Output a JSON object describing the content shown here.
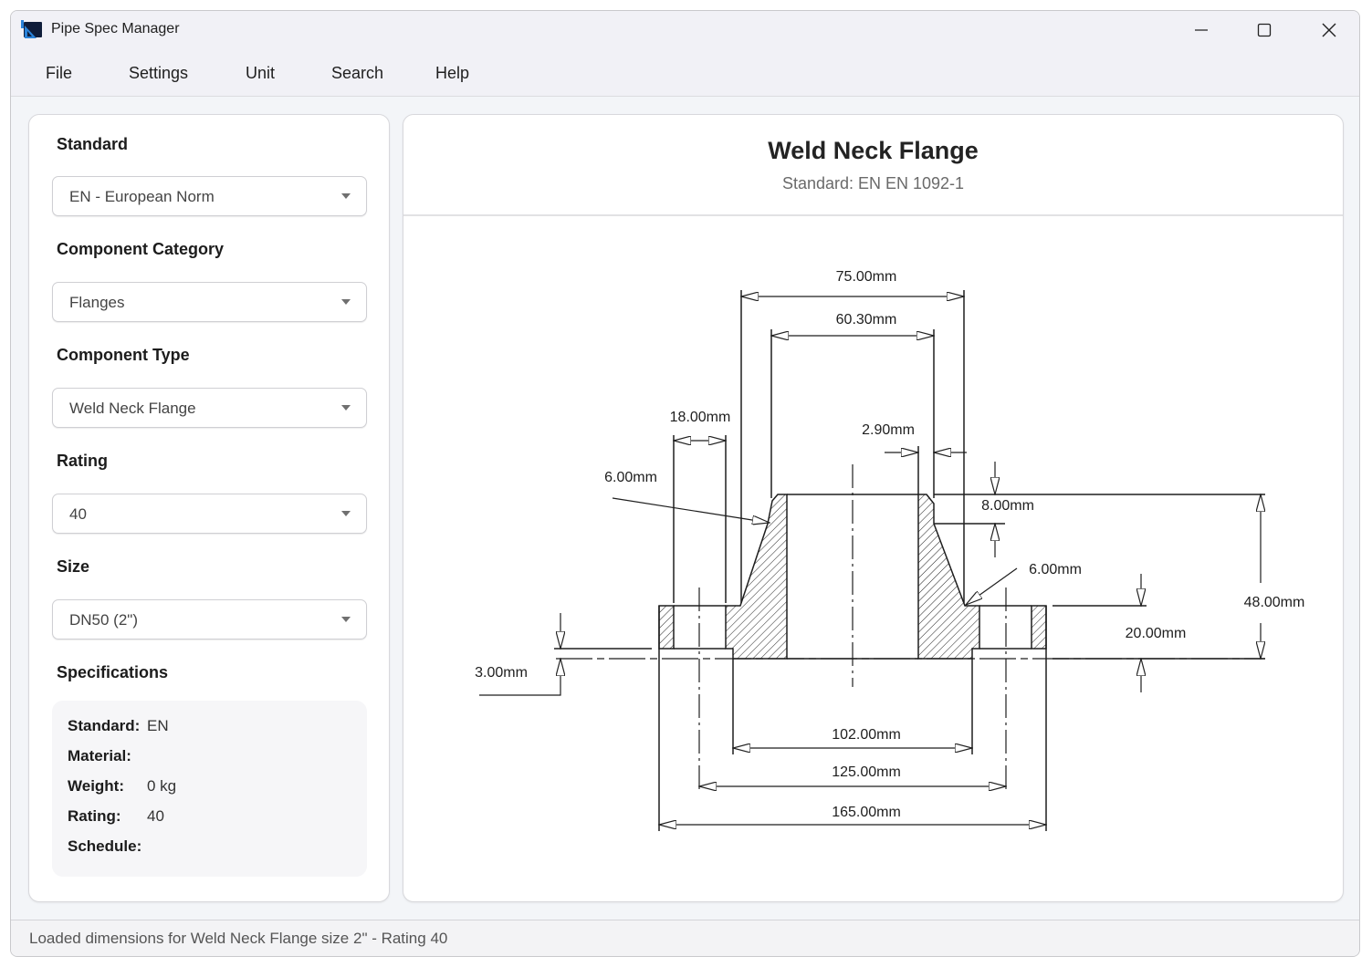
{
  "window": {
    "title": "Pipe Spec Manager",
    "controls": [
      "minimize",
      "maximize",
      "close"
    ]
  },
  "menu": [
    "File",
    "Settings",
    "Unit",
    "Search",
    "Help"
  ],
  "sidebar": {
    "fields": [
      {
        "label": "Standard",
        "value": "EN - European Norm"
      },
      {
        "label": "Component Category",
        "value": "Flanges"
      },
      {
        "label": "Component Type",
        "value": "Weld Neck Flange"
      },
      {
        "label": "Rating",
        "value": "40"
      },
      {
        "label": "Size",
        "value": "DN50 (2\")"
      }
    ],
    "specifications": {
      "title": "Specifications",
      "rows": [
        {
          "key": "Standard:",
          "value": "EN"
        },
        {
          "key": "Material:",
          "value": ""
        },
        {
          "key": "Weight:",
          "value": "0 kg"
        },
        {
          "key": "Rating:",
          "value": "40"
        },
        {
          "key": "Schedule:",
          "value": ""
        }
      ]
    }
  },
  "drawing": {
    "title": "Weld Neck Flange",
    "subtitle": "Standard: EN  EN 1092-1",
    "dimensions": {
      "hub_outer_diameter": "75.00mm",
      "pipe_outer_diameter": "60.30mm",
      "bolt_hole_diameter": "18.00mm",
      "wall_thickness": "2.90mm",
      "fillet_radius_top": "6.00mm",
      "bevel_height": "8.00mm",
      "fillet_radius_base": "6.00mm",
      "total_height": "48.00mm",
      "flange_thickness": "20.00mm",
      "raised_face_height": "3.00mm",
      "raised_face_diameter": "102.00mm",
      "bolt_circle_diameter": "125.00mm",
      "flange_outer_diameter": "165.00mm"
    }
  },
  "status": "Loaded dimensions for Weld Neck Flange size 2\" - Rating 40"
}
